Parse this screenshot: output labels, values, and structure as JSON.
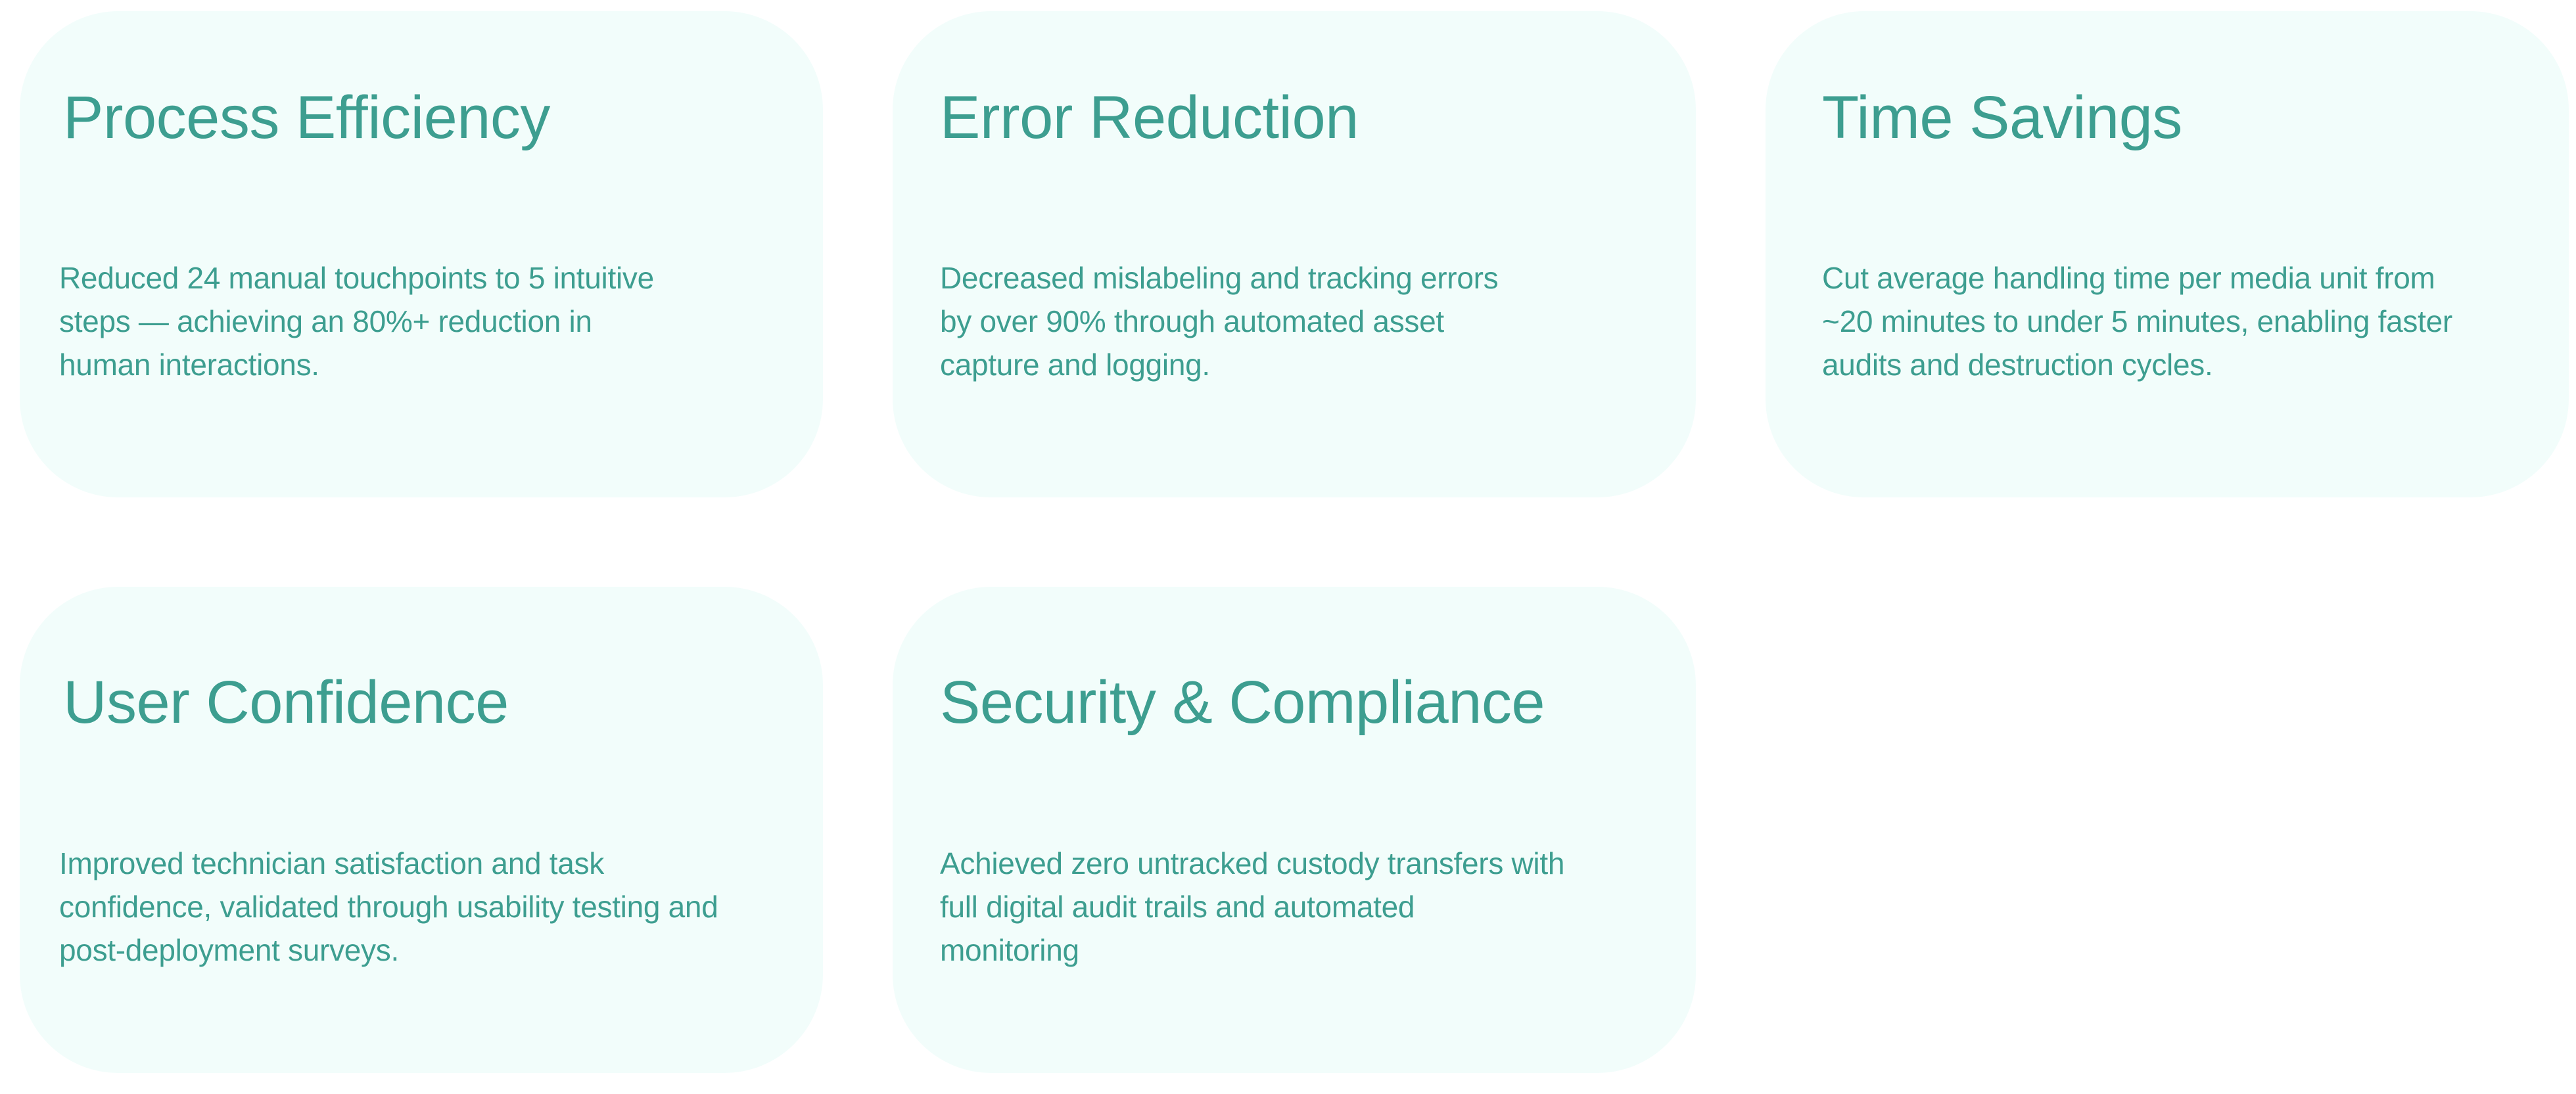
{
  "theme": {
    "card_background": "#f2fdfb",
    "text_color": "#3d9e90",
    "page_background": "#ffffff"
  },
  "cards": [
    {
      "title": "Process Efficiency",
      "body_lines": [
        "Reduced 24 manual touchpoints to 5 intuitive",
        "steps — achieving an 80%+ reduction in",
        "human interactions."
      ]
    },
    {
      "title": "Error Reduction",
      "body_lines": [
        "Decreased mislabeling and tracking errors",
        "by over 90% through automated asset",
        "capture and logging."
      ]
    },
    {
      "title": "Time Savings",
      "body_lines": [
        "Cut average handling time per media unit from",
        "~20 minutes to under 5 minutes, enabling faster",
        "audits and destruction cycles."
      ]
    },
    {
      "title": "User Confidence",
      "body_lines": [
        "Improved technician satisfaction and task",
        "confidence, validated through usability testing and",
        "post-deployment surveys."
      ]
    },
    {
      "title": "Security & Compliance",
      "body_lines": [
        "Achieved zero untracked custody transfers with",
        "full digital audit trails and automated",
        "monitoring"
      ]
    }
  ]
}
